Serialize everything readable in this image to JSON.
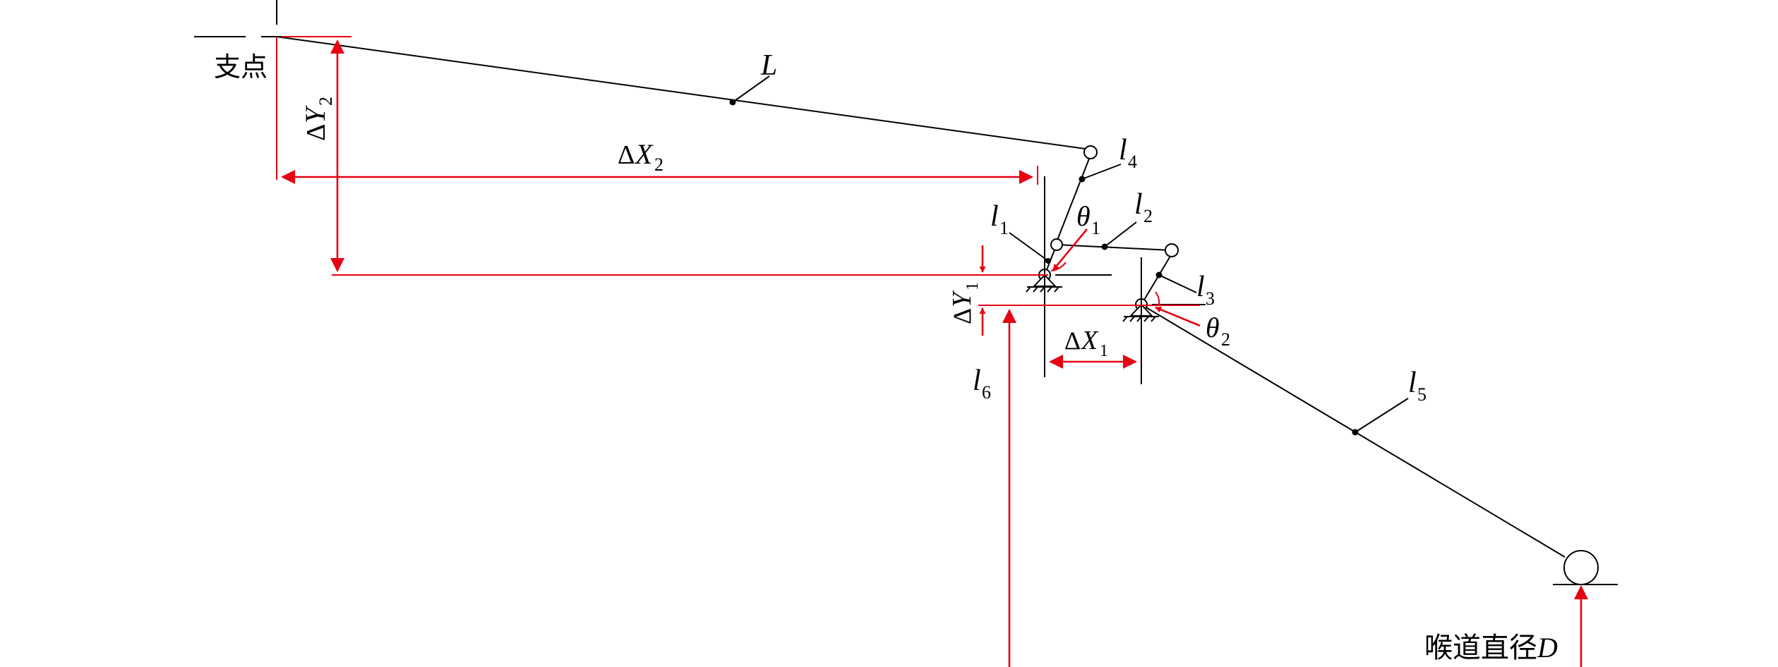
{
  "colors": {
    "line": "#000000",
    "dimension": "#e60012",
    "background": "#ffffff"
  },
  "labels": {
    "fulcrum": "支点",
    "L": "L",
    "l1": "l",
    "l1_sub": "1",
    "l2": "l",
    "l2_sub": "2",
    "l3": "l",
    "l3_sub": "3",
    "l4": "l",
    "l4_sub": "4",
    "l5": "l",
    "l5_sub": "5",
    "l6": "l",
    "l6_sub": "6",
    "theta1": "θ",
    "theta1_sub": "1",
    "theta2": "θ",
    "theta2_sub": "2",
    "dx1_delta": "Δ",
    "dx1_var": "X",
    "dx1_sub": "1",
    "dx2_delta": "Δ",
    "dx2_var": "X",
    "dx2_sub": "2",
    "dy1_delta": "Δ",
    "dy1_var": "Y",
    "dy1_sub": "1",
    "dy2_delta": "Δ",
    "dy2_var": "Y",
    "dy2_sub": "2",
    "throat_text": "喉道直径",
    "throat_var": "D"
  }
}
